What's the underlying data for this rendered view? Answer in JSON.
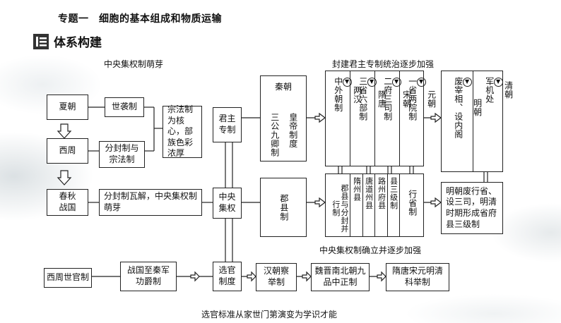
{
  "header": {
    "topic": "专题一　细胞的基本组成和物质运输"
  },
  "section": {
    "title": "体系构建",
    "icon": "list-icon"
  },
  "labels": {
    "central_sprout": "中央集权制萌芽",
    "feudal_strengthen": "封建君主专制统治逐步加强",
    "central_establish": "中央集权制确立并逐步加强",
    "selection_change": "选官标准从家世门第演变为学识才能"
  },
  "nodes": {
    "xia": "夏朝",
    "hereditary": "世袭制",
    "clan": "宗法制为核心，部族色彩浓厚",
    "xizhou": "西周",
    "fengjian": "分封制与宗法制",
    "chunqiu": "春秋战国",
    "decline": "分封制瓦解，中央集权制萌芽",
    "monarch": "君主专制",
    "qin_title": "秦朝",
    "qin_emperor": "皇帝制度",
    "qin_ministers": "三公九卿制",
    "central": "中央集权",
    "prefecture": "郡县制",
    "xizhou_official": "西周世官制",
    "military": "战国至秦军功爵制",
    "selection": "选官制度",
    "han_select": "汉朝察举制",
    "wei_select": "魏晋南北朝九品中正制",
    "sui_select": "隋唐宋元明清科举制",
    "ming_note": "明朝废行省、设三司，明清时期形成省府县三级制"
  },
  "top_cells": [
    {
      "era": "两汉",
      "system": "中外朝制"
    },
    {
      "era": "隋唐",
      "system": "三省六部制"
    },
    {
      "era": "宋朝",
      "system": "二府三司制"
    },
    {
      "era": "元朝",
      "system": "一省两院制"
    }
  ],
  "ming_qing_cells": [
    {
      "era": "明朝",
      "system": "废宰相、设内阁"
    },
    {
      "era": "清朝",
      "system": "军机处"
    }
  ],
  "bottom_cells": [
    {
      "text": "郡县与分封并行制"
    },
    {
      "text": "隋州县"
    },
    {
      "text": "唐道州县"
    },
    {
      "text": "路州府县"
    },
    {
      "text": "县三级制"
    },
    {
      "text": "行省制"
    }
  ]
}
